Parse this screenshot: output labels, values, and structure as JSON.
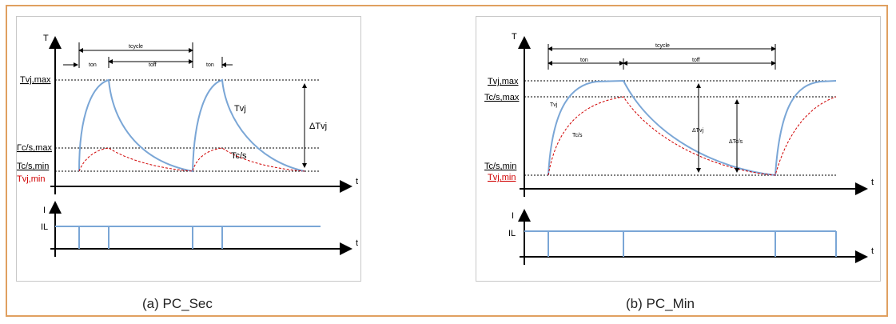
{
  "colors": {
    "frame_border": "#e0a060",
    "tvj_curve": "#7aa6d6",
    "tcs_curve": "#d00000",
    "axis": "#000000",
    "tvj_min_label": "#d00000"
  },
  "panel_a": {
    "caption": "(a) PC_Sec",
    "axis_T": "T",
    "axis_t": "t",
    "axis_t_bottom": "t",
    "axis_I": "I",
    "label_IL": "IL",
    "label_tcycle": "tcycle",
    "label_ton_1": "ton",
    "label_toff": "toff",
    "label_ton_2": "ton",
    "label_Tvjmax": "Tvj,max",
    "label_Tcsmax": "Γc/s,max",
    "label_Tcsmin": "Tc/s,min",
    "label_Tvjmin": "Tvj,min",
    "label_Tvj_curve": "Tvj",
    "label_Tcs_curve": "Tc/s",
    "label_dTvj": "ΔTvj"
  },
  "panel_b": {
    "caption": "(b) PC_Min",
    "axis_T": "T",
    "axis_t": "t",
    "axis_t_bottom": "t",
    "axis_I": "I",
    "label_IL": "IL",
    "label_tcycle": "tcycle",
    "label_ton": "ton",
    "label_toff": "toff",
    "label_Tvjmax": "Tvj,max",
    "label_Tcsmax": "Tc/s,max",
    "label_Tcsmin": "Tc/s,min",
    "label_Tvjmin": "Tvj,min",
    "label_Tvj_curve": "Tvj",
    "label_Tcs_curve": "Tc/s",
    "label_dTvj": "ΔTvj",
    "label_dTcs": "ΔTc/s"
  }
}
